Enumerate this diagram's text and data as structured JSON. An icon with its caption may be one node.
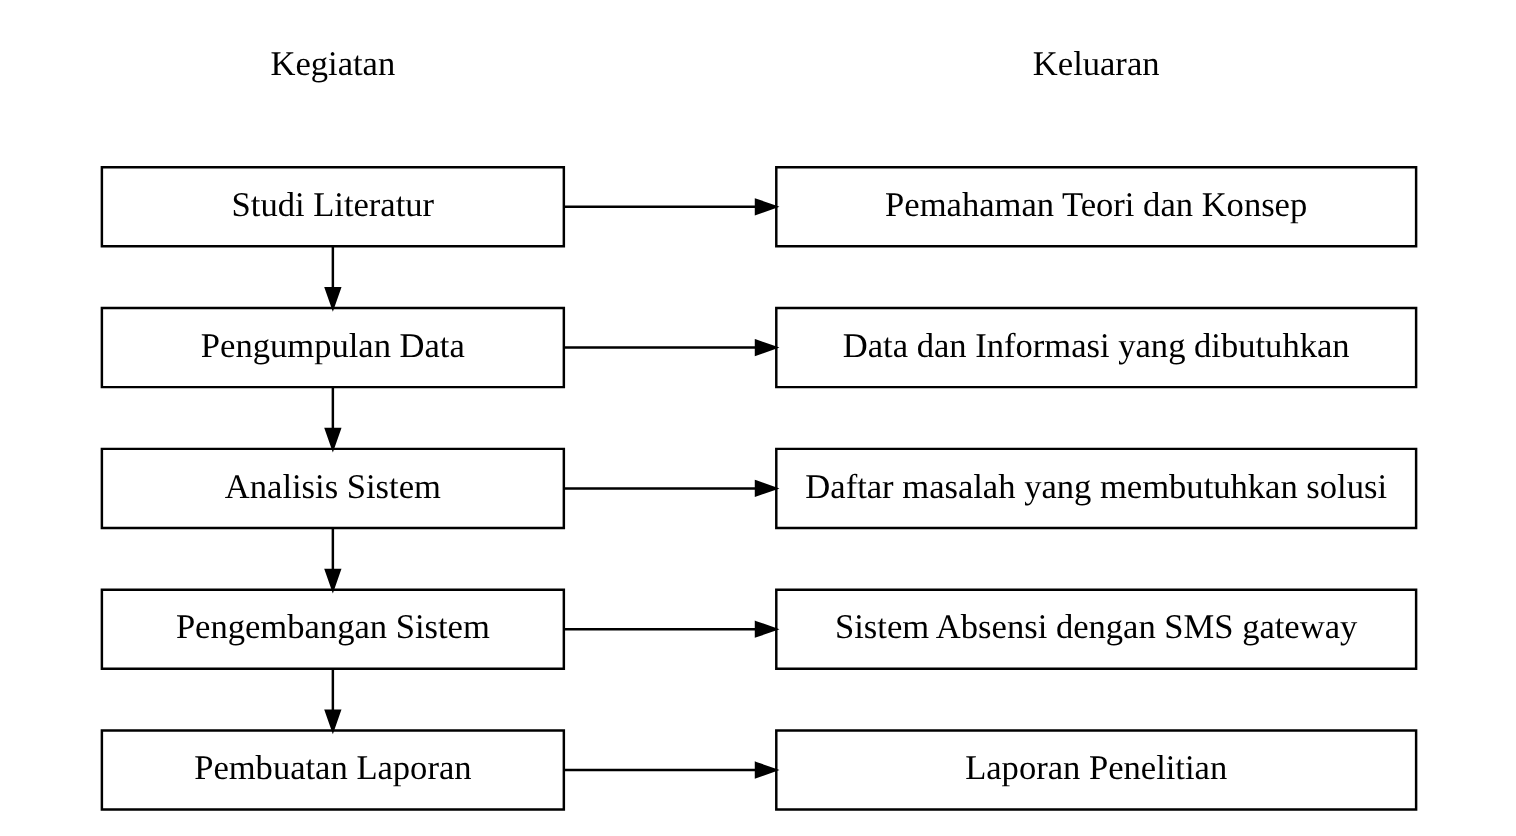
{
  "diagram": {
    "nodes": [
      {
        "text": [
          "Studi Literatur"
        ]
      },
      {
        "text": [
          "Pemahaman Teori dan Konsep"
        ]
      },
      {
        "text": [
          "Pengumpulan Data"
        ]
      },
      {
        "text": [
          "Data dan Informasi yang dibutuhkan"
        ]
      },
      {
        "text": [
          "Analisis Sistem"
        ]
      },
      {
        "text": [
          "Daftar masalah yang membutuhkan solusi"
        ]
      },
      {
        "text": [
          "Pengembangan Sistem"
        ]
      },
      {
        "text": [
          "Sistem Absensi dengan SMS gateway"
        ]
      },
      {
        "text": [
          "Pembuatan Laporan"
        ]
      },
      {
        "text": [
          "Laporan Penelitian"
        ]
      }
    ],
    "edges": [
      {
        "from": 0,
        "to": 1,
        "arrow": "to"
      },
      {
        "from": 0,
        "to": 2,
        "arrow": "to"
      },
      {
        "from": 2,
        "to": 3,
        "arrow": "to"
      },
      {
        "from": 2,
        "to": 4,
        "arrow": "to"
      },
      {
        "from": 4,
        "to": 5,
        "arrow": "to"
      },
      {
        "from": 4,
        "to": 6,
        "arrow": "to"
      },
      {
        "from": 6,
        "to": 7,
        "arrow": "to"
      },
      {
        "from": 6,
        "to": 8,
        "arrow": "to"
      },
      {
        "from": 8,
        "to": 9,
        "arrow": "to"
      }
    ],
    "labels": [
      "Kegiatan",
      "Keluaran"
    ]
  }
}
